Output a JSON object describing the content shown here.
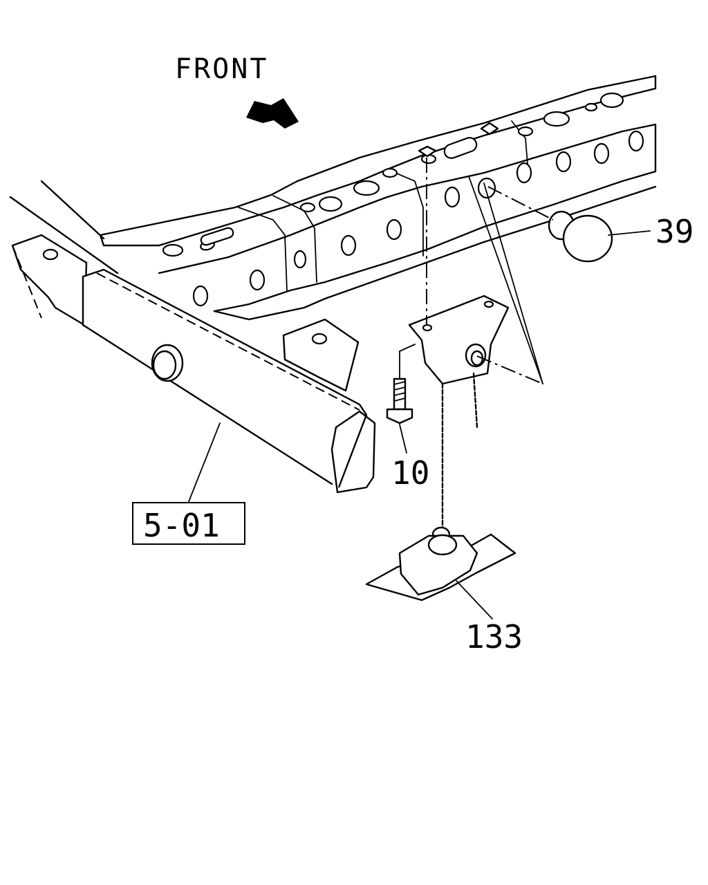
{
  "direction_label": "FRONT",
  "callouts": {
    "part_39": "39",
    "part_10": "10",
    "part_133": "133",
    "ref_5_01": "5-01"
  }
}
